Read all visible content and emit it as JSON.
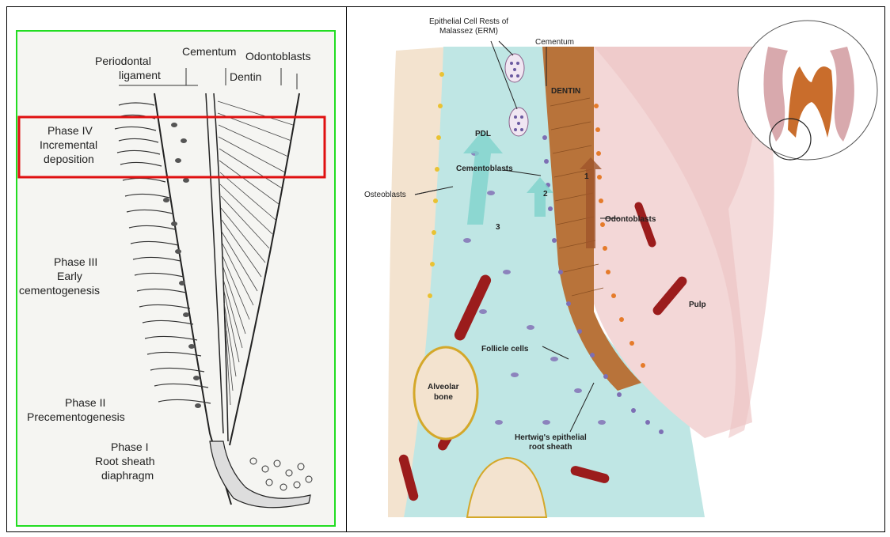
{
  "left_panel": {
    "labels": {
      "periodontal_line1": "Periodontal",
      "periodontal_line2": "ligament",
      "cementum": "Cementum",
      "odontoblasts": "Odontoblasts",
      "dentin": "Dentin",
      "phase4_l1": "Phase IV",
      "phase4_l2": "Incremental",
      "phase4_l3": "deposition",
      "phase3_l1": "Phase III",
      "phase3_l2": "Early",
      "phase3_l3": "cementogenesis",
      "phase2_l1": "Phase II",
      "phase2_l2": "Precementogenesis",
      "phase1_l1": "Phase I",
      "phase1_l2": "Root sheath",
      "phase1_l3": "diaphragm"
    },
    "colors": {
      "border": "#22dd22",
      "highlight": "#e01010",
      "background": "#f5f5f2"
    }
  },
  "right_panel": {
    "labels": {
      "erm_l1": "Epithelial Cell Rests of",
      "erm_l2": "Malassez (ERM)",
      "cementum": "Cementum",
      "dentin": "DENTIN",
      "pdl": "PDL",
      "cementoblasts": "Cementoblasts",
      "osteoblasts": "Osteoblasts",
      "num2": "2",
      "num3": "3",
      "num1": "1",
      "odontoblasts": "Odontoblasts",
      "pulp": "Pulp",
      "follicle": "Follicle cells",
      "alveolar_l1": "Alveolar",
      "alveolar_l2": "bone",
      "hertwig_l1": "Hertwig's epithelial",
      "hertwig_l2": "root sheath"
    },
    "colors": {
      "pdl": "#bfe6e4",
      "dentin": "#b8733a",
      "pulp": "#f3d7d7",
      "bone": "#f3e3cf",
      "vessel": "#9b1c1c",
      "cells": "#7d6fb4",
      "osteoblast": "#e9c232"
    }
  }
}
